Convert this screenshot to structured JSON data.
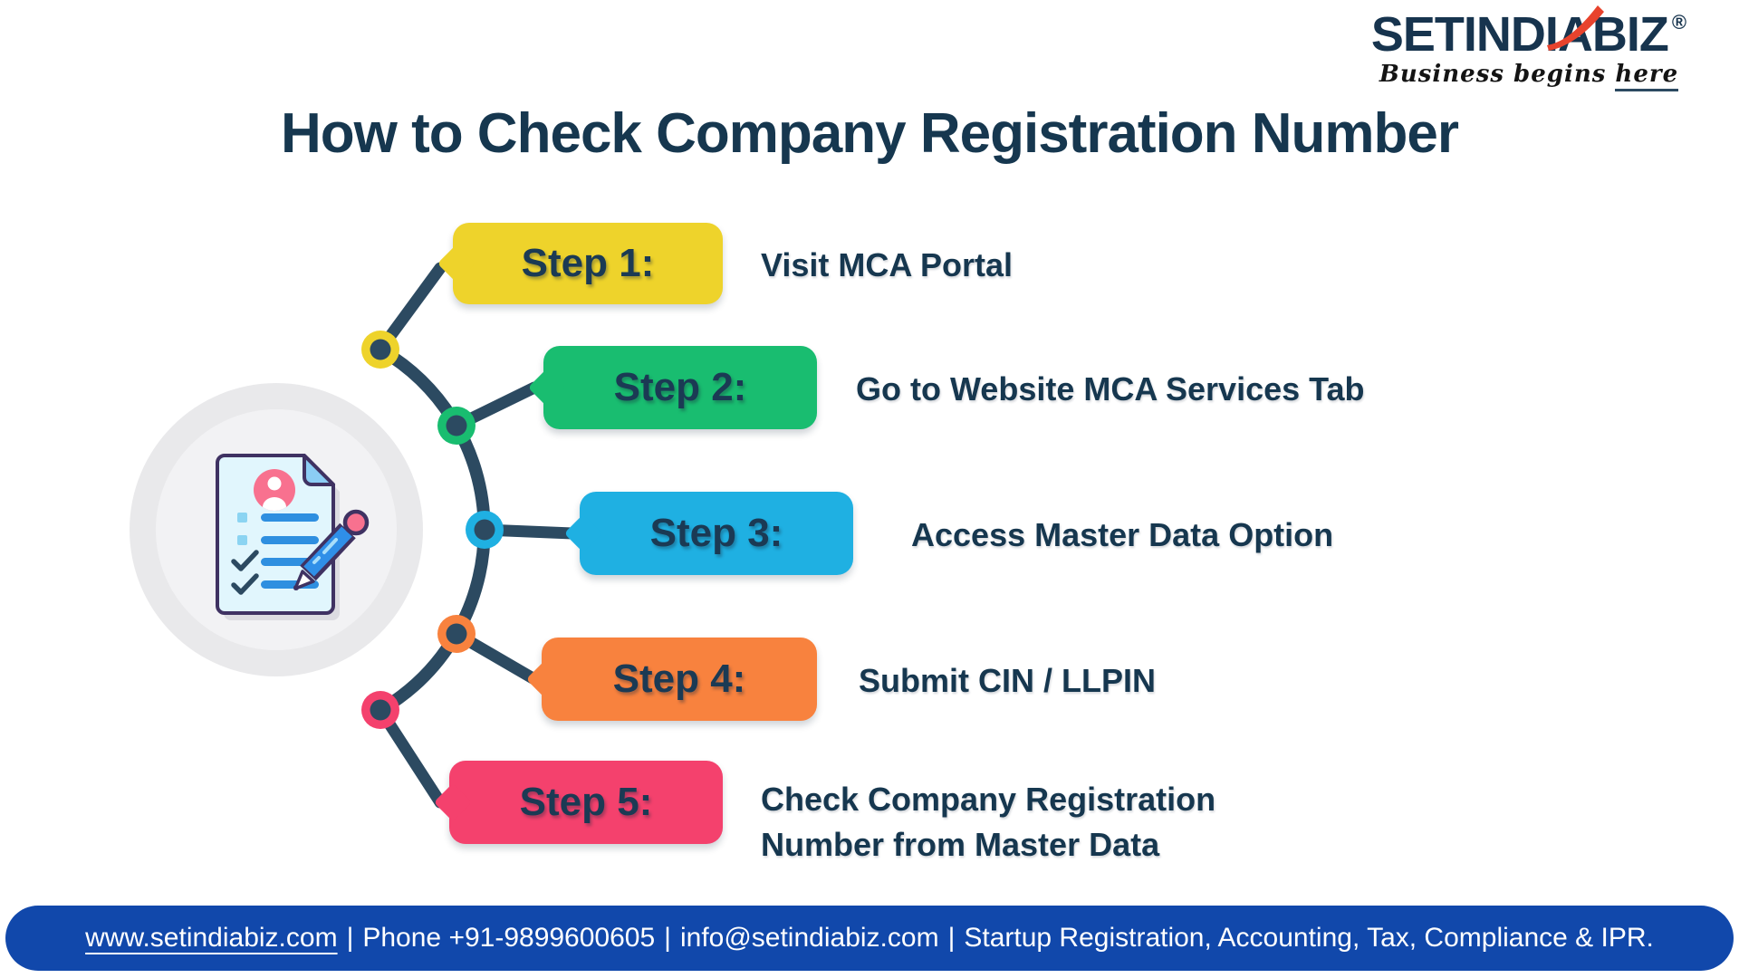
{
  "logo": {
    "wordmark_part1": "SETINDI",
    "wordmark_a": "A",
    "wordmark_part2": "BIZ",
    "registered_mark": "®",
    "tagline_prefix": "Business begins ",
    "tagline_underlined": "here",
    "brand_navy": "#17344e",
    "swoosh_red": "#e8432d"
  },
  "title": "How to Check Company Registration Number",
  "steps": [
    {
      "label": "Step 1:",
      "description": "Visit MCA Portal",
      "color": "#eed32b"
    },
    {
      "label": "Step 2:",
      "description": "Go to Website MCA Services Tab",
      "color": "#19bd70"
    },
    {
      "label": "Step 3:",
      "description": "Access Master Data Option",
      "color": "#1fb0e2"
    },
    {
      "label": "Step 4:",
      "description": "Submit CIN / LLPIN",
      "color": "#f8823e"
    },
    {
      "label": "Step 5:",
      "description": "Check Company Registration\nNumber from Master Data",
      "color": "#f4416d"
    }
  ],
  "icons": {
    "center_illustration": "document-with-checklist-and-pencil",
    "avatar": "person-icon",
    "checks": "checkmark-icon",
    "registered": "registered-trademark-icon"
  },
  "colors": {
    "text_navy": "#16374f",
    "connector_navy": "#2c4a61",
    "footer_blue": "#1148ab",
    "circle_outer_gray": "#e9e9eb",
    "circle_inner_gray": "#f2f2f4",
    "paper_fill": "#e1f6fd",
    "paper_outline": "#3f3262",
    "paper_line_blue": "#2e8fe0",
    "accent_pink": "#f8718f"
  },
  "footer": {
    "website": "www.setindiabiz.com",
    "separator": "|",
    "phone": "Phone +91-9899600605",
    "email": "info@setindiabiz.com",
    "services": "Startup Registration, Accounting, Tax, Compliance & IPR."
  }
}
